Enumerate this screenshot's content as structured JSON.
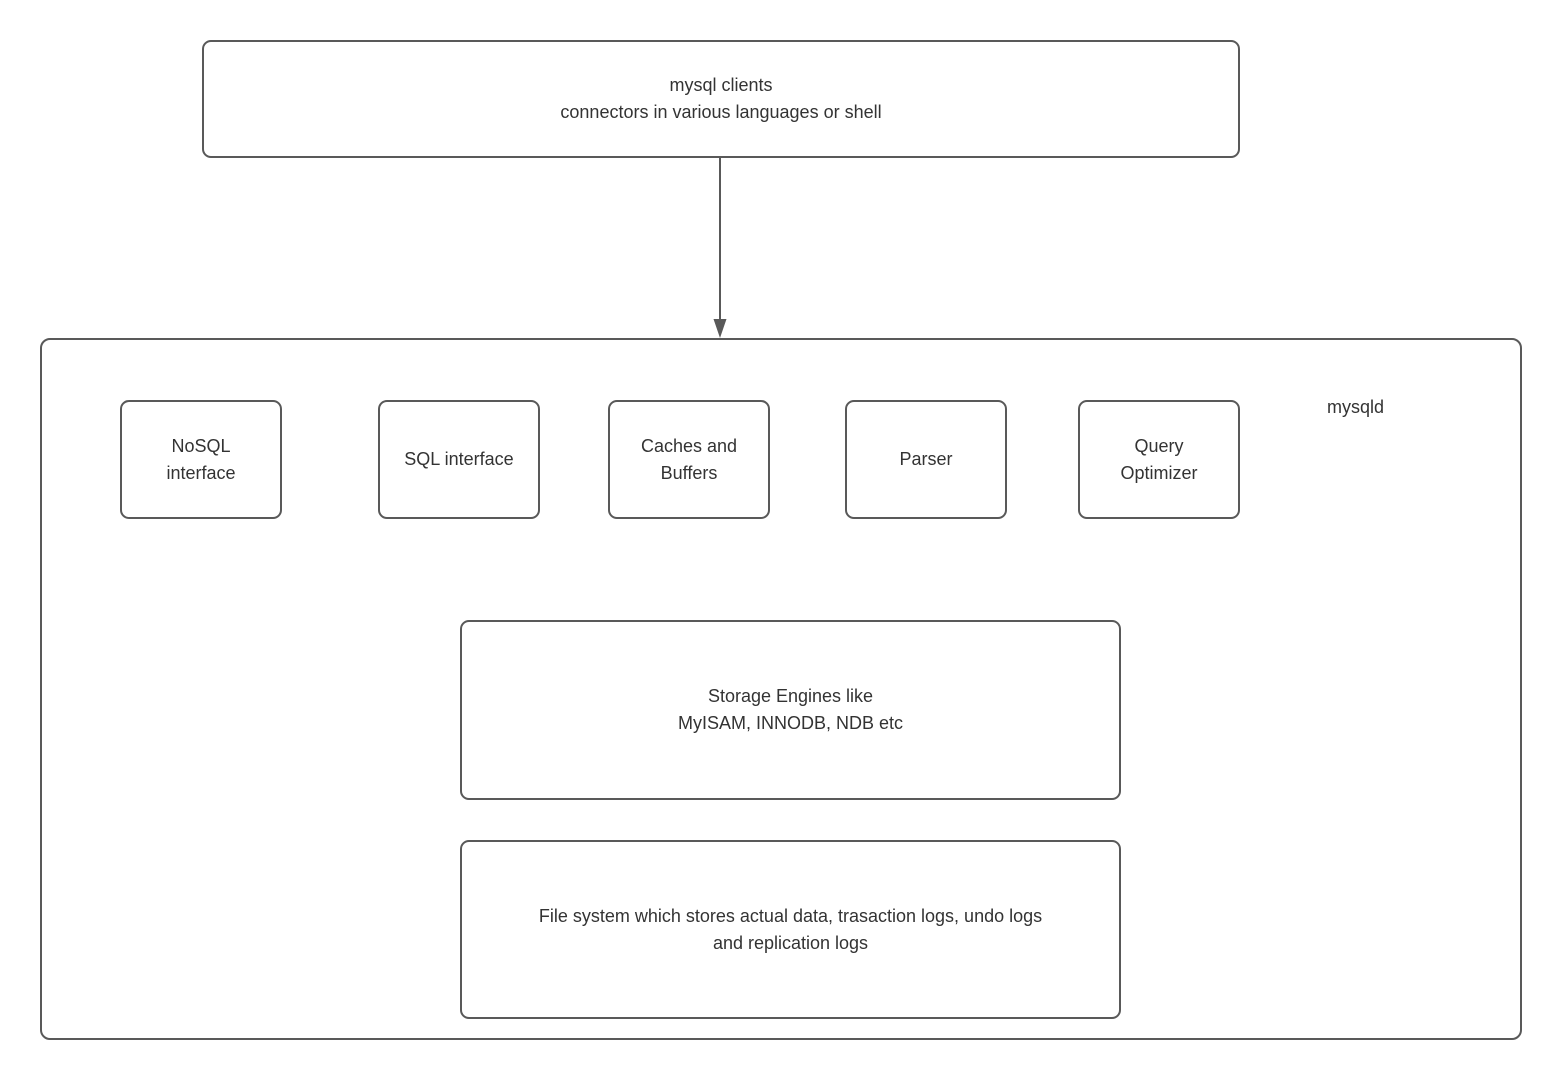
{
  "diagram": {
    "clients_box": {
      "label": "mysql clients\nconnectors in various languages or shell"
    },
    "mysqld": {
      "label": "mysqld",
      "components": [
        {
          "label": "NoSQL\ninterface"
        },
        {
          "label": "SQL interface"
        },
        {
          "label": "Caches and\nBuffers"
        },
        {
          "label": "Parser"
        },
        {
          "label": "Query\nOptimizer"
        }
      ],
      "storage_box": {
        "label": "Storage Engines like\nMyISAM, INNODB, NDB etc"
      },
      "filesystem_box": {
        "label": "File system which stores actual data, trasaction logs, undo logs\nand replication logs"
      }
    },
    "colors": {
      "border": "#595959",
      "text": "#333333",
      "background": "#ffffff"
    }
  }
}
